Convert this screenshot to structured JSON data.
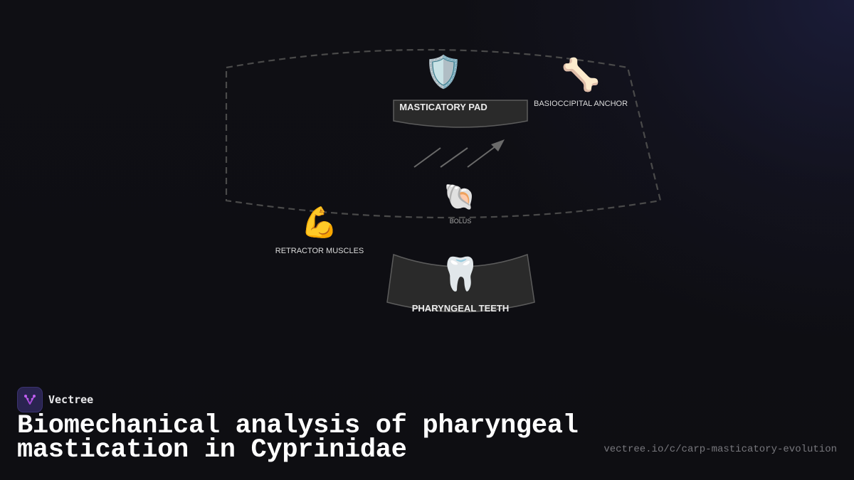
{
  "diagram": {
    "nodes": {
      "masticatory_pad": {
        "label": "MASTICATORY PAD",
        "icon": "shield-icon",
        "glyph": "🛡️"
      },
      "basioccipital_anchor": {
        "label": "BASIOCCIPITAL ANCHOR",
        "icon": "bone-icon",
        "glyph": "🦴"
      },
      "bolus": {
        "label": "BOLUS",
        "icon": "shell-icon",
        "glyph": "🐚"
      },
      "retractor_muscles": {
        "label": "RETRACTOR MUSCLES",
        "icon": "flexed-bicep-icon",
        "glyph": "💪"
      },
      "pharyngeal_teeth": {
        "label": "PHARYNGEAL TEETH",
        "icon": "tooth-icon",
        "glyph": "🦷"
      }
    },
    "colors": {
      "background": "#0f0f14",
      "panel_fill": "#2a2a2a",
      "panel_stroke": "#5a5a5a",
      "dashed_outline": "#4a4a4a",
      "arrow": "#6a6a6a"
    }
  },
  "branding": {
    "name": "Vectree",
    "logo_color": "#a64ad8"
  },
  "footer": {
    "title": "Biomechanical analysis of pharyngeal mastication in Cyprinidae",
    "url": "vectree.io/c/carp-masticatory-evolution"
  }
}
